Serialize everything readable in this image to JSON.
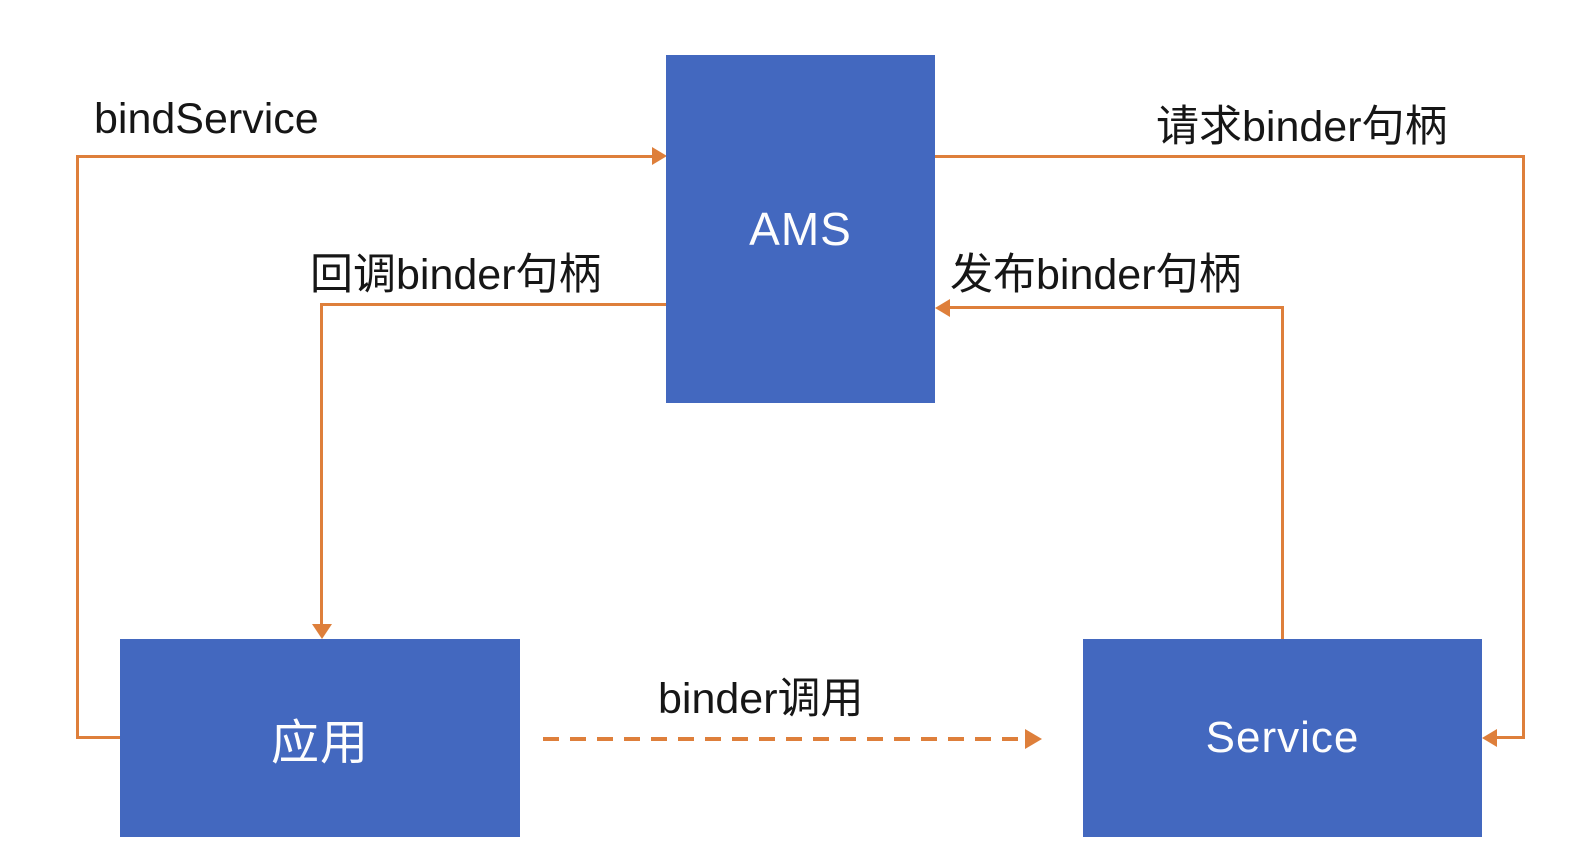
{
  "diagram": {
    "title": "bindService binder handle flow",
    "colors": {
      "background": "#ffffff",
      "node_fill": "#4368bf",
      "node_text": "#fdfdfd",
      "connector": "#de7f3b",
      "label_text": "#161616"
    },
    "nodes": [
      {
        "id": "ams",
        "label": "AMS"
      },
      {
        "id": "app",
        "label": "应用"
      },
      {
        "id": "service",
        "label": "Service"
      }
    ],
    "edges": [
      {
        "id": "bind-service",
        "label": "bindService",
        "from": "app",
        "to": "ams",
        "style": "solid",
        "arrow": "into-ams-left"
      },
      {
        "id": "request-binder",
        "label": "请求binder句柄",
        "from": "ams",
        "to": "service",
        "style": "solid",
        "arrow": "into-service-right"
      },
      {
        "id": "callback-binder",
        "label": "回调binder句柄",
        "from": "ams",
        "to": "app",
        "style": "solid",
        "arrow": "into-app-top"
      },
      {
        "id": "publish-binder",
        "label": "发布binder句柄",
        "from": "service",
        "to": "ams",
        "style": "solid",
        "arrow": "into-ams-right"
      },
      {
        "id": "binder-call",
        "label": "binder调用",
        "from": "app",
        "to": "service",
        "style": "dashed",
        "arrow": "into-service-left"
      }
    ]
  }
}
